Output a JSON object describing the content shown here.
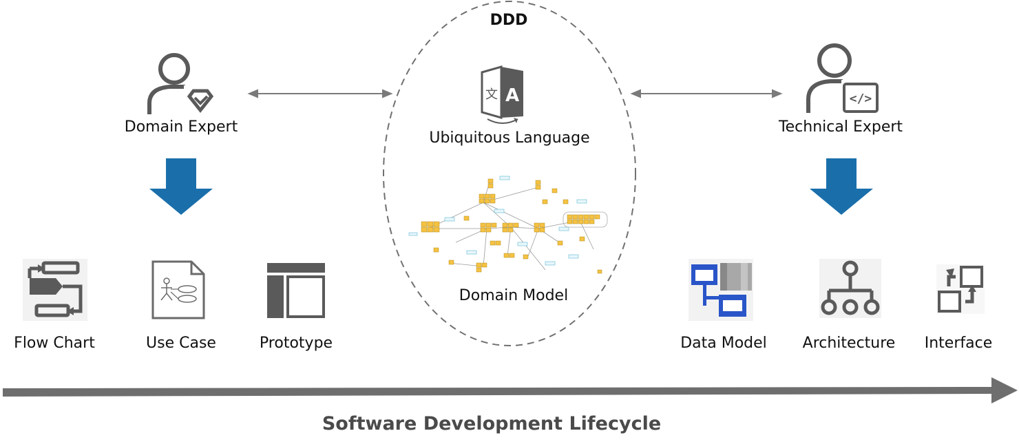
{
  "colors": {
    "icon_gray": "#5a5a5a",
    "arrow_blue": "#1a6fab",
    "lifecycle_arrow": "#6e6e6e",
    "text_dark": "#111111",
    "lifecycle_text": "#4a4a4a",
    "model_yellow": "#f5c242",
    "data_model_blue": "#2a55c8"
  },
  "ddd": {
    "title": "DDD",
    "ubiquitous_language": "Ubiquitous Language",
    "domain_model": "Domain Model"
  },
  "actors": {
    "domain_expert": {
      "label": "Domain Expert",
      "icon": "user-diamond-icon"
    },
    "technical_expert": {
      "label": "Technical Expert",
      "icon": "user-code-icon"
    }
  },
  "domain_artifacts": [
    {
      "label": "Flow Chart",
      "icon": "flow-chart-icon"
    },
    {
      "label": "Use Case",
      "icon": "use-case-icon"
    },
    {
      "label": "Prototype",
      "icon": "prototype-icon"
    }
  ],
  "technical_artifacts": [
    {
      "label": "Data Model",
      "icon": "data-model-icon"
    },
    {
      "label": "Architecture",
      "icon": "architecture-icon"
    },
    {
      "label": "Interface",
      "icon": "interface-icon"
    }
  ],
  "lifecycle": {
    "label": "Software Development Lifecycle"
  }
}
